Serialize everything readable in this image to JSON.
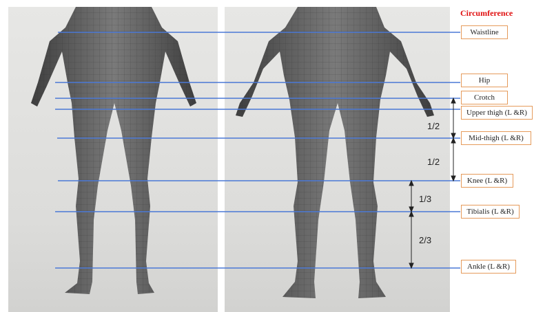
{
  "title": "Circumference",
  "measurements": [
    {
      "label": "Waistline"
    },
    {
      "label": "Hip"
    },
    {
      "label": "Crotch"
    },
    {
      "label": "Upper thigh (L &R)"
    },
    {
      "label": "Mid-thigh (L &R)"
    },
    {
      "label": "Knee (L &R)"
    },
    {
      "label": "Tibialis (L &R)"
    },
    {
      "label": "Ankle (L &R)"
    }
  ],
  "ratios": {
    "upper_half": "1/2",
    "lower_half": "1/2",
    "upper_third": "1/3",
    "lower_two_thirds": "2/3"
  },
  "colors": {
    "title": "#e01010",
    "line": "#4a78d6",
    "box_border": "#e59a5a",
    "body": "#5a5a5a"
  }
}
